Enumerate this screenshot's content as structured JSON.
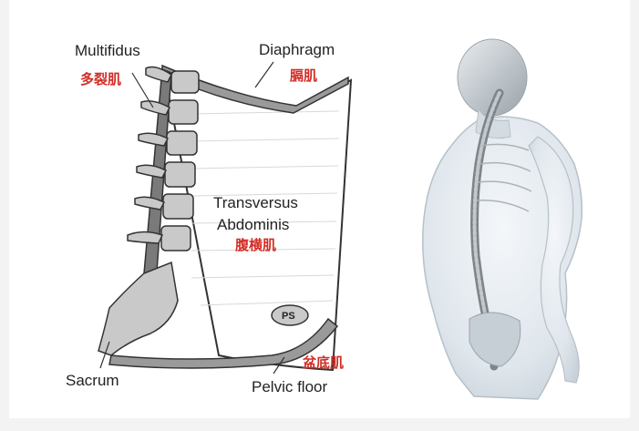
{
  "labels": {
    "multifidus_en": "Multifidus",
    "multifidus_cn": "多裂肌",
    "diaphragm_en": "Diaphragm",
    "diaphragm_cn": "膈肌",
    "transversus_en_1": "Transversus",
    "transversus_en_2": "Abdominis",
    "transversus_cn": "腹横肌",
    "ps": "PS",
    "sacrum_en": "Sacrum",
    "pelvic_floor_cn": "盆底肌",
    "pelvic_floor_en": "Pelvic floor"
  },
  "colors": {
    "chinese_label": "#d22c25",
    "english_label": "#222222",
    "bone": "#c9c9c9",
    "muscle_outline": "#333333",
    "body_glass": "#dfe6ec",
    "spine": "#8a8f94"
  }
}
